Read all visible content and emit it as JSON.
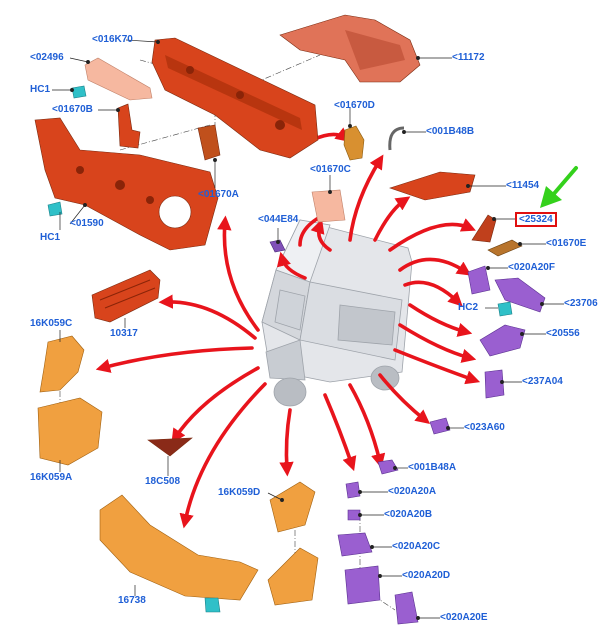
{
  "colors": {
    "label": "#1f5fd6",
    "arrow": "#e8141c",
    "highlight_box": "#e01010",
    "highlight_arrow": "#34d11c",
    "part_red": "#d8441c",
    "part_salmon": "#e07358",
    "part_orange": "#f0a040",
    "part_purple": "#9a5fd0",
    "clip_teal": "#2fc0c8",
    "part_peach": "#f6b8a0",
    "part_brown": "#b8742c",
    "van_gray": "#e4e6ea"
  },
  "callouts": {
    "c016K70": "<016K70",
    "c02496": "<02496",
    "cHC1a": "HC1",
    "c01670B": "<01670B",
    "cHC1b": "HC1",
    "c01590": "<01590",
    "c11172": "<11172",
    "c01670D": "<01670D",
    "c001B48B": "<001B48B",
    "c01670A": "<01670A",
    "c01670C": "<01670C",
    "c11454": "<11454",
    "c25324": "<25324",
    "c044E84": "<044E84",
    "c01670E": "<01670E",
    "c020A20F": "<020A20F",
    "cHC2": "HC2",
    "c23706": "<23706",
    "c10317": "10317",
    "c16K059C": "16K059C",
    "c20556": "<20556",
    "c237A04": "<237A04",
    "c16K059A": "16K059A",
    "c023A60": "<023A60",
    "c18C508": "18C508",
    "c001B48A": "<001B48A",
    "c16K059D": "16K059D",
    "c020A20A": "<020A20A",
    "c020A20B": "<020A20B",
    "c020A20C": "<020A20C",
    "c020A20D": "<020A20D",
    "c16738": "16738",
    "c020A20E": "<020A20E"
  }
}
